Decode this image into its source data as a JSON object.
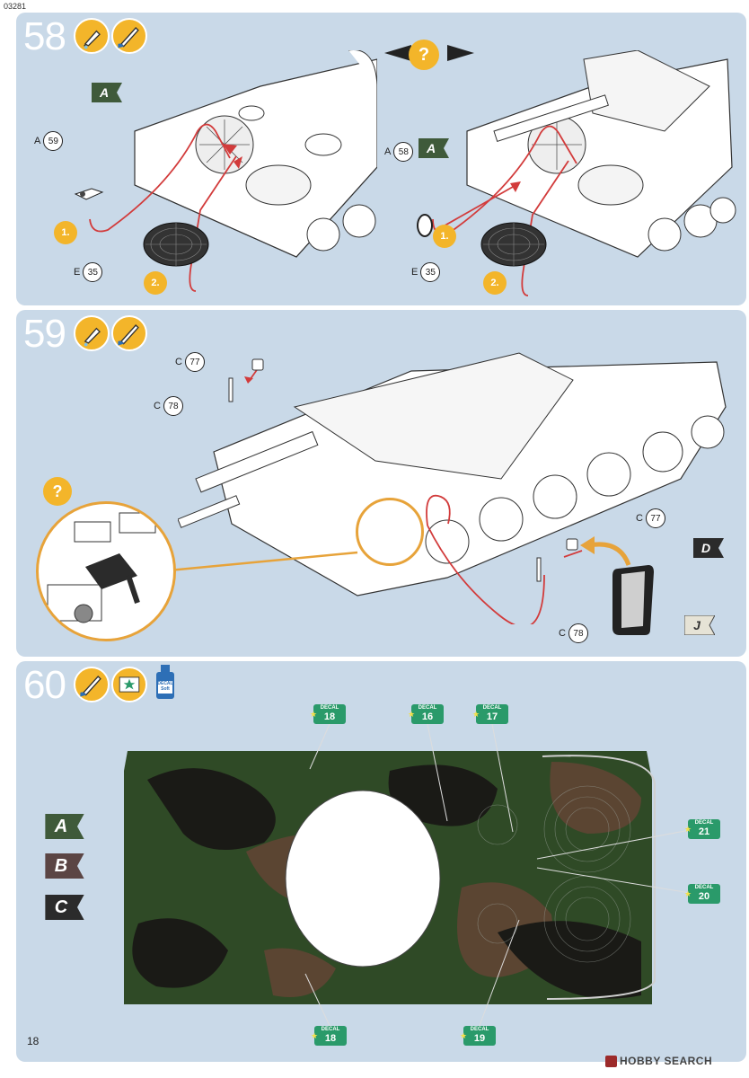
{
  "doc_code": "03281",
  "page_number": "18",
  "watermark": "HOBBY SEARCH",
  "step58": {
    "number": "58",
    "icons": [
      "glue-icon",
      "paint-brush-icon"
    ],
    "question_icon": "?",
    "parts": {
      "left_part_a": {
        "letter": "A",
        "num": "59"
      },
      "left_part_e": {
        "letter": "E",
        "num": "35"
      },
      "right_part_a": {
        "letter": "A",
        "num": "58"
      },
      "right_part_e": {
        "letter": "E",
        "num": "35"
      }
    },
    "flags": {
      "left": "A",
      "right": "A"
    },
    "orders": {
      "first": "1.",
      "second": "2."
    }
  },
  "step59": {
    "number": "59",
    "icons": [
      "glue-icon",
      "paint-brush-icon"
    ],
    "question_icon": "?",
    "parts": {
      "top_c77": {
        "letter": "C",
        "num": "77"
      },
      "top_c78": {
        "letter": "C",
        "num": "78"
      },
      "right_c77": {
        "letter": "C",
        "num": "77"
      },
      "right_c78": {
        "letter": "C",
        "num": "78"
      }
    },
    "flags": {
      "d": "D",
      "j": "J"
    }
  },
  "step60": {
    "number": "60",
    "icons": [
      "paint-brush-icon",
      "decal-sheet-icon",
      "decal-soft-bottle-icon"
    ],
    "bottle_label": "DECAL Soft",
    "variants": [
      "A",
      "B",
      "C"
    ],
    "decal_label": "DECAL",
    "decals": {
      "top_left": "18",
      "top_mid": "16",
      "top_right": "17",
      "side_21": "21",
      "side_20": "20",
      "bottom_left": "18",
      "bottom_mid": "19"
    },
    "colors": {
      "camo_green": "#2f4a26",
      "camo_brown": "#5b4532",
      "camo_black": "#1a1a16",
      "decal_green": "#2a9a6a"
    }
  }
}
